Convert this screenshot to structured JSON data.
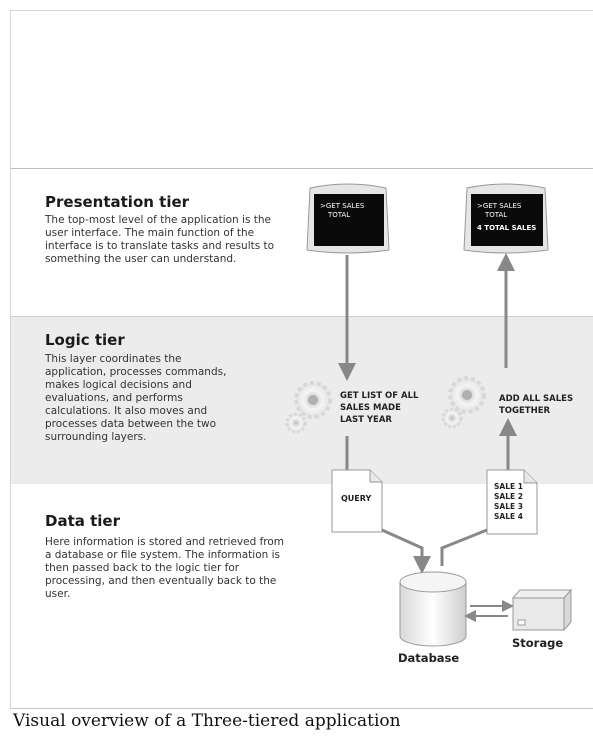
{
  "presentation": {
    "title": "Presentation tier",
    "text": "The top-most level of the application is the user interface. The main function of the interface is to translate tasks and results to something the user can understand."
  },
  "logic": {
    "title": "Logic tier",
    "text": "This layer coordinates the application, processes commands, makes logical decisions and evaluations, and performs calculations.  It also moves and processes data between the two surrounding layers."
  },
  "data": {
    "title": "Data tier",
    "text": "Here information is stored and retrieved from a database or file system.  The information is then passed back to the logic tier for processing, and then eventually back to the user."
  },
  "diagram": {
    "screen_left": {
      "line1": ">GET SALES",
      "line2": "TOTAL"
    },
    "screen_right": {
      "line1": ">GET SALES",
      "line2": "TOTAL",
      "line3": "4 TOTAL SALES"
    },
    "logic_left": {
      "line1": "GET LIST OF ALL",
      "line2": "SALES MADE",
      "line3": "LAST YEAR"
    },
    "logic_right": {
      "line1": "ADD ALL SALES",
      "line2": "TOGETHER"
    },
    "query_doc": "QUERY",
    "sales_doc": [
      "SALE 1",
      "SALE 2",
      "SALE 3",
      "SALE 4"
    ],
    "database_label": "Database",
    "storage_label": "Storage"
  },
  "caption": "Visual overview of a Three-tiered application"
}
